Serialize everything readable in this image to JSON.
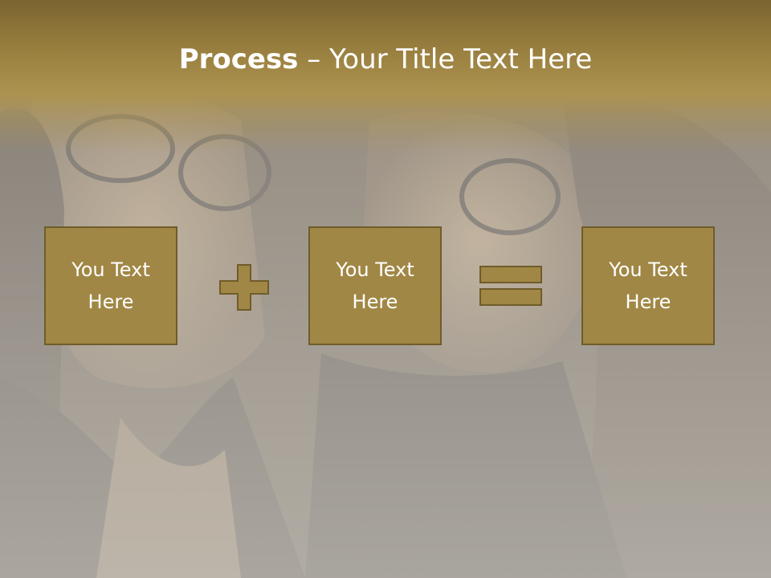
{
  "title": {
    "bold": "Process",
    "rest": " – Your Title Text Here"
  },
  "boxes": [
    {
      "label": "You Text Here"
    },
    {
      "label": "You Text Here"
    },
    {
      "label": "You Text Here"
    }
  ],
  "operators": [
    "plus-icon",
    "equals-icon"
  ],
  "colors": {
    "header_gold": "#9b8140",
    "box_fill": "#a18745",
    "box_border": "#6f5c2a",
    "text": "#ffffff",
    "background_grey": "#c9c6c0"
  }
}
